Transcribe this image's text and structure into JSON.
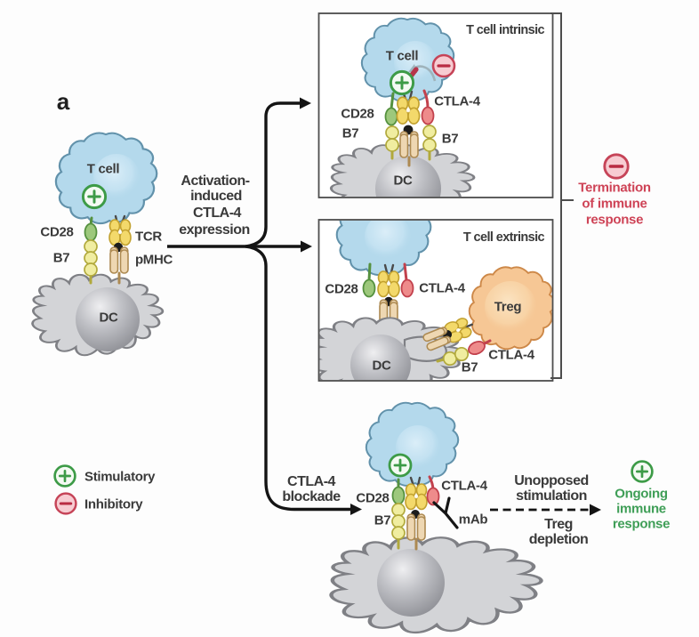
{
  "colors": {
    "tcell_fill": "#b4d9ec",
    "tcell_stroke": "#6292ab",
    "dc_fill": "#d3d4d7",
    "dc_stroke": "#7f8085",
    "treg_fill": "#f6c795",
    "treg_stroke": "#cd8848",
    "cd28_fill": "#9dc87c",
    "cd28_stroke": "#55913f",
    "b7_fill": "#f0eda0",
    "b7_stroke": "#b1a93c",
    "tcr_fill": "#f3d96b",
    "tcr_stroke": "#c2a12f",
    "pmhc_fill": "#eed7b2",
    "pmhc_stroke": "#ad8a52",
    "ctla4_fill": "#ee8b8b",
    "ctla4_stroke": "#c2414d",
    "plus": "#3d9b47",
    "minus": "#c64458",
    "text": "#3a3a3a",
    "red_text": "#ce4356",
    "green_text": "#3f9e57",
    "arrow": "#141414"
  },
  "icons": {
    "stimulatory": "plus-circle-icon",
    "inhibitory": "minus-circle-icon",
    "antibody": "y-antibody-icon",
    "block": "inhibition-slash-icon"
  },
  "labels": {
    "panel": "a",
    "left": {
      "tcell": "T cell",
      "cd28": "CD28",
      "b7": "B7",
      "tcr": "TCR",
      "pmhc": "pMHC",
      "dc": "DC"
    },
    "branch": {
      "l1": "Activation-",
      "l2": "induced",
      "l3": "CTLA-4",
      "l4": "expression"
    },
    "intrinsic": {
      "title": "T cell intrinsic",
      "tcell": "T cell",
      "cd28": "CD28",
      "ctla4": "CTLA-4",
      "b7_left": "B7",
      "b7_right": "B7",
      "dc": "DC"
    },
    "extrinsic": {
      "title": "T cell extrinsic",
      "cd28": "CD28",
      "ctla4_top": "CTLA-4",
      "treg": "Treg",
      "ctla4_bottom": "CTLA-4",
      "b7": "B7",
      "dc": "DC"
    },
    "termination": {
      "l1": "Termination",
      "l2": "of immune",
      "l3": "response"
    },
    "blockade": {
      "l1": "CTLA-4",
      "l2": "blockade",
      "cd28": "CD28",
      "b7": "B7",
      "ctla4": "CTLA-4",
      "mab": "mAb"
    },
    "outcome": {
      "u1": "Unopposed",
      "u2": "stimulation",
      "t1": "Treg",
      "t2": "depletion",
      "o1": "Ongoing",
      "o2": "immune",
      "o3": "response"
    },
    "legend": {
      "stimulatory": "Stimulatory",
      "inhibitory": "Inhibitory"
    }
  }
}
